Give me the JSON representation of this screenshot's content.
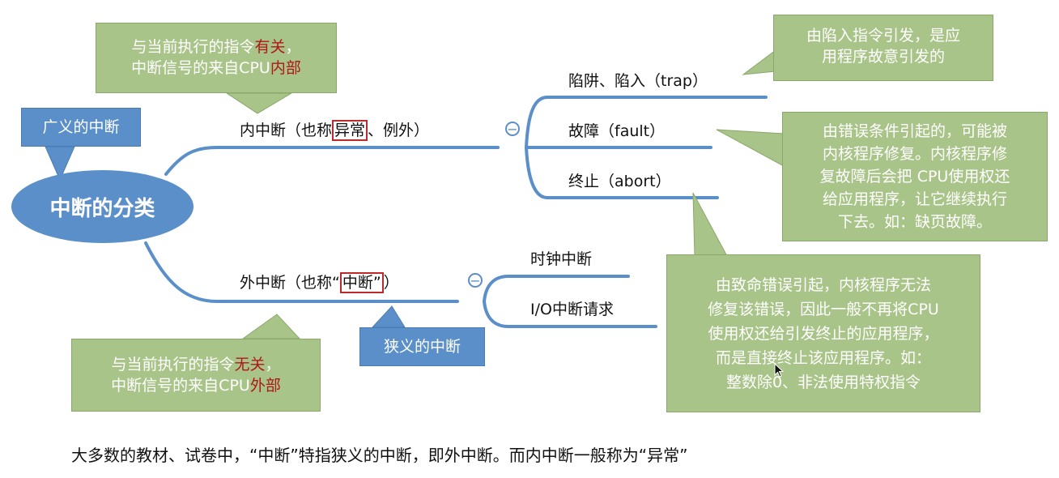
{
  "root": {
    "label": "中断的分类"
  },
  "tags": {
    "broad": "广义的中断",
    "narrow": "狭义的中断"
  },
  "branches": {
    "internal": {
      "label_pre": "内中断（也称",
      "label_hl": "异常",
      "label_post": "、例外）",
      "note": {
        "l1_a": "与当前执行的指令",
        "l1_b": "有关",
        "l1_c": "，",
        "l2_a": "中断信号的来自CPU",
        "l2_b": "内部"
      },
      "children": [
        {
          "label": "陷阱、陷入（trap）"
        },
        {
          "label": "故障（fault）"
        },
        {
          "label": "终止（abort）"
        }
      ]
    },
    "external": {
      "label_pre": "外中断（也称“",
      "label_hl": "中断”",
      "label_post": "）",
      "note": {
        "l1_a": "与当前执行的指令",
        "l1_b": "无关",
        "l1_c": "，",
        "l2_a": "中断信号的来自CPU",
        "l2_b": "外部"
      },
      "children": [
        {
          "label": "时钟中断"
        },
        {
          "label": "I/O中断请求"
        }
      ]
    }
  },
  "callouts": {
    "trap": [
      "由陷入指令引发，是应",
      "用程序故意引发的"
    ],
    "fault": [
      "由错误条件引起的，可能被",
      "内核程序修复。内核程序修",
      "复故障后会把 CPU使用权还",
      "给应用程序，让它继续执行",
      "下去。如：缺页故障。"
    ],
    "abort": [
      "由致命错误引起，内核程序无法",
      "修复该错误，因此一般不再将CPU",
      "使用权还给引发终止的应用程序，",
      "而是直接终止该应用程序。如：",
      "整数除0、非法使用特权指令"
    ]
  },
  "collapse_symbol": "−",
  "footer": "大多数的教材、试卷中，“中断”特指狭义的中断，即外中断。而内中断一般称为“异常”",
  "colors": {
    "line": "#5b8fc9",
    "green": "#a9c488",
    "red": "#b0161a",
    "hl_border": "#c0292b"
  }
}
